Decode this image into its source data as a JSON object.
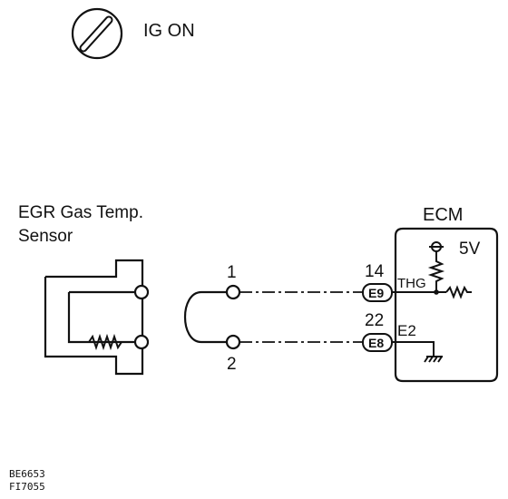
{
  "header": {
    "ignition_label": "IG ON"
  },
  "sensor": {
    "title_line1": "EGR Gas Temp.",
    "title_line2": "Sensor"
  },
  "connector": {
    "pin1": "1",
    "pin2": "2"
  },
  "ecm": {
    "title": "ECM",
    "supply": "5V",
    "pin14": "14",
    "pin22": "22",
    "terminal_e9": "E9",
    "terminal_e8": "E8",
    "signal_thg": "THG",
    "signal_e2": "E2"
  },
  "footer": {
    "code1": "BE6653",
    "code2": "FI7055"
  }
}
